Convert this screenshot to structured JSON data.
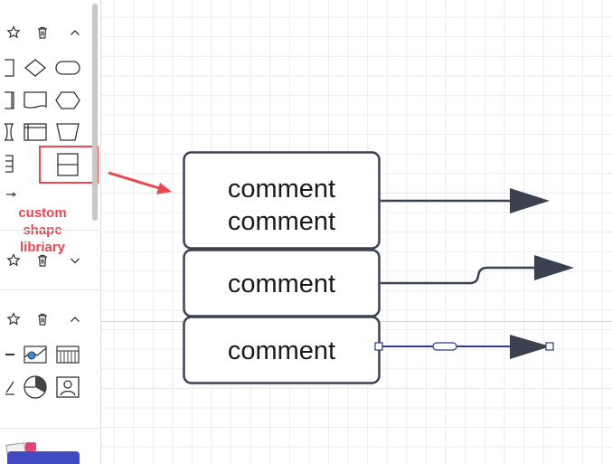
{
  "sidebar": {
    "annotation_lines": [
      "custom",
      "shape",
      "libriary"
    ],
    "sections": [
      {
        "name": "section-1",
        "icons": [
          "star-icon",
          "trash-icon",
          "chevron-up-icon"
        ]
      },
      {
        "name": "section-2",
        "icons": [
          "star-icon",
          "trash-icon",
          "chevron-down-icon"
        ]
      },
      {
        "name": "section-3",
        "icons": [
          "star-icon",
          "trash-icon",
          "chevron-up-icon"
        ]
      }
    ]
  },
  "canvas": {
    "shapes": [
      {
        "lines": [
          "comment",
          "comment"
        ]
      },
      {
        "lines": [
          "comment"
        ]
      },
      {
        "lines": [
          "comment"
        ]
      }
    ]
  },
  "colors": {
    "accent_red": "#e8474f",
    "shape_stroke": "#3b4150",
    "selected_edge": "#2e3a8c",
    "button_blue": "#3f4bbf"
  }
}
